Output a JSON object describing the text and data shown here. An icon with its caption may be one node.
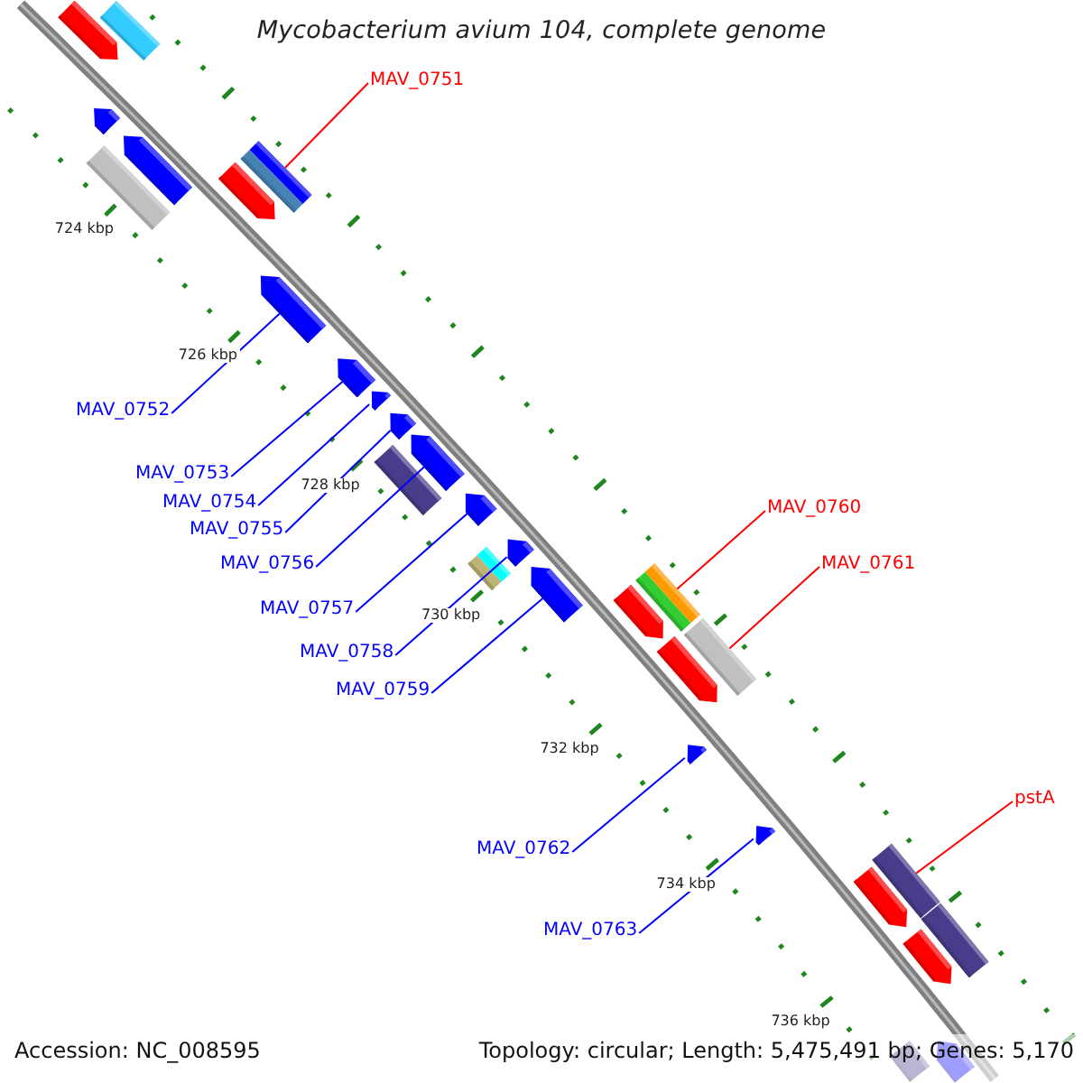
{
  "diagram": {
    "title": "Mycobacterium avium 104, complete genome",
    "nodes": [
      {
        "text": [
          "MAV_0751"
        ]
      },
      {
        "text": [],
        "shape": "bar"
      },
      {
        "text": [
          "MAV_0752"
        ]
      },
      {
        "text": [],
        "shape": "pentagon"
      },
      {
        "text": [
          "MAV_0753"
        ]
      },
      {
        "text": [],
        "shape": "pentagon"
      },
      {
        "text": [
          "MAV_0754"
        ]
      },
      {
        "text": [],
        "shape": "pentagon"
      },
      {
        "text": [
          "MAV_0755"
        ]
      },
      {
        "text": [],
        "shape": "pentagon"
      },
      {
        "text": [
          "MAV_0756"
        ]
      },
      {
        "text": [],
        "shape": "pentagon"
      },
      {
        "text": [
          "MAV_0757"
        ]
      },
      {
        "text": [],
        "shape": "pentagon"
      },
      {
        "text": [
          "MAV_0758"
        ]
      },
      {
        "text": [],
        "shape": "pentagon"
      },
      {
        "text": [
          "MAV_0759"
        ]
      },
      {
        "text": [],
        "shape": "pentagon"
      },
      {
        "text": [
          "MAV_0760"
        ]
      },
      {
        "text": [],
        "shape": "bar"
      },
      {
        "text": [
          "MAV_0761"
        ]
      },
      {
        "text": [],
        "shape": "bar"
      },
      {
        "text": [
          "MAV_0762"
        ]
      },
      {
        "text": [],
        "shape": "pentagon"
      },
      {
        "text": [
          "MAV_0763"
        ]
      },
      {
        "text": [],
        "shape": "pentagon"
      },
      {
        "text": [
          "pstA"
        ]
      },
      {
        "text": [],
        "shape": "bar"
      },
      {
        "text": [],
        "shape": "pentagon"
      },
      {
        "text": [],
        "shape": "bar"
      },
      {
        "text": [],
        "shape": "pentagon"
      },
      {
        "text": [],
        "shape": "pentagon"
      },
      {
        "text": [],
        "shape": "bar"
      },
      {
        "text": [],
        "shape": "pentagon"
      },
      {
        "text": [],
        "shape": "bar"
      },
      {
        "text": [],
        "shape": "bar"
      },
      {
        "text": [],
        "shape": "pentagon"
      },
      {
        "text": [],
        "shape": "pentagon"
      },
      {
        "text": [],
        "shape": "pentagon"
      },
      {
        "text": [],
        "shape": "bar"
      },
      {
        "text": [],
        "shape": "pentagon"
      },
      {
        "text": [],
        "shape": "pentagon"
      },
      {
        "text": [],
        "shape": "bar"
      }
    ],
    "edges": [
      {
        "from": 0,
        "to": 1,
        "arrow": "none",
        "color": "#ff0000"
      },
      {
        "from": 2,
        "to": 3,
        "arrow": "none"
      },
      {
        "from": 4,
        "to": 5,
        "arrow": "none"
      },
      {
        "from": 6,
        "to": 7,
        "arrow": "none"
      },
      {
        "from": 8,
        "to": 9,
        "arrow": "none"
      },
      {
        "from": 10,
        "to": 11,
        "arrow": "none"
      },
      {
        "from": 12,
        "to": 13,
        "arrow": "none"
      },
      {
        "from": 14,
        "to": 15,
        "arrow": "none"
      },
      {
        "from": 16,
        "to": 17,
        "arrow": "none"
      },
      {
        "from": 18,
        "to": 19,
        "arrow": "none",
        "color": "#ff0000"
      },
      {
        "from": 20,
        "to": 21,
        "arrow": "none",
        "color": "#ff0000"
      },
      {
        "from": 22,
        "to": 23,
        "arrow": "none"
      },
      {
        "from": 24,
        "to": 25,
        "arrow": "none"
      },
      {
        "from": 26,
        "to": 27,
        "arrow": "none",
        "color": "#ff0000"
      }
    ],
    "labels": [
      "724 kbp",
      "726 kbp",
      "728 kbp",
      "730 kbp",
      "732 kbp",
      "734 kbp",
      "736 kbp",
      "Accession: NC_008595",
      "Topology: circular; Length: 5,475,491 bp; Genes: 5,170"
    ]
  }
}
